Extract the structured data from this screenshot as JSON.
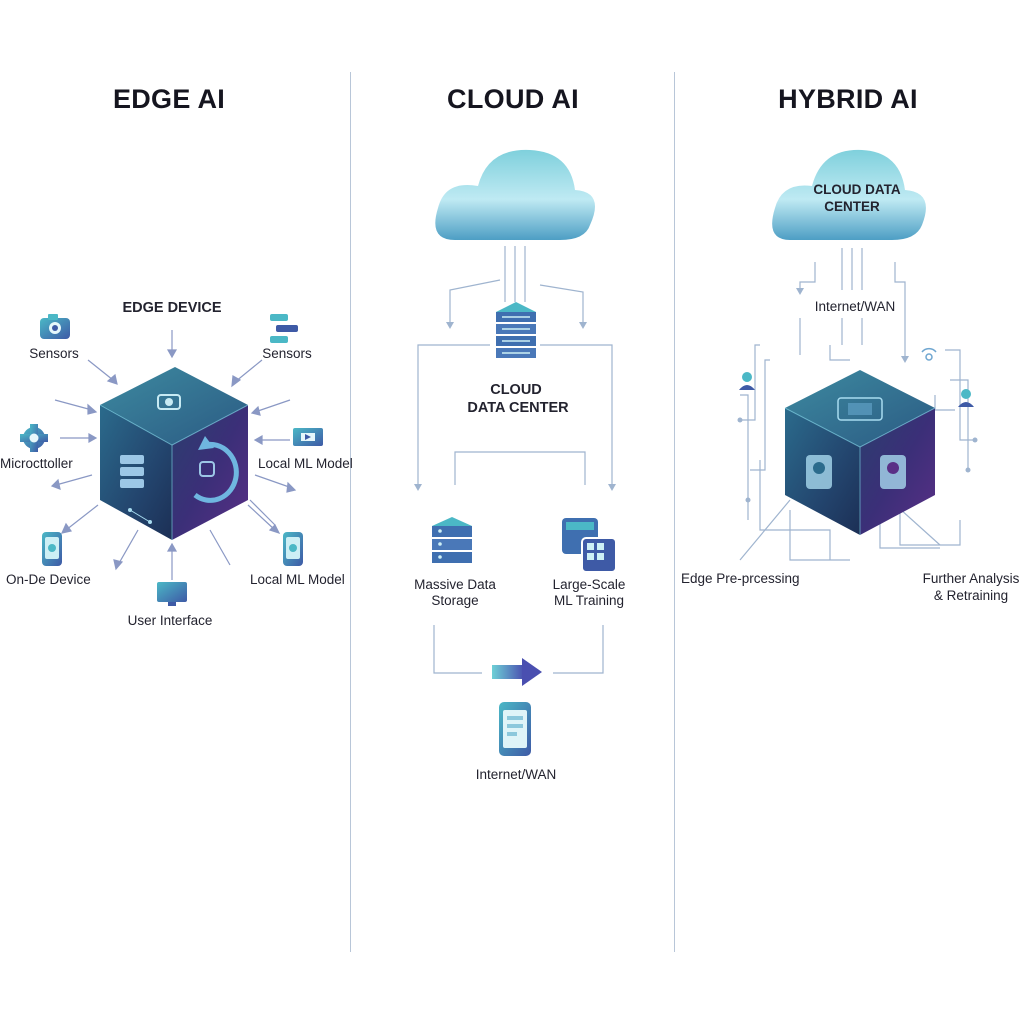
{
  "panels": {
    "edge": {
      "title": "EDGE AI",
      "device_label": "EDGE DEVICE",
      "sensors_left": "Sensors",
      "sensors_right": "Sensors",
      "microcontroller": "Microcttoller",
      "local_model_right": "Local ML Model",
      "on_device": "On-De Device",
      "local_model_bottom": "Local ML Model",
      "user_interface": "User Interface"
    },
    "cloud": {
      "title": "CLOUD AI",
      "data_center_line1": "CLOUD",
      "data_center_line2": "DATA CENTER",
      "storage_line1": "Massive Data",
      "storage_line2": "Storage",
      "training_line1": "Large-Scale",
      "training_line2": "ML Training",
      "internet": "Internet/WAN"
    },
    "hybrid": {
      "title": "HYBRID AI",
      "cloud_line1": "CLOUD DATA",
      "cloud_line2": "CENTER",
      "internet": "Internet/WAN",
      "edge_pre": "Edge Pre-prcessing",
      "further_line1": "Further Analysis",
      "further_line2": "& Retraining"
    }
  },
  "colors": {
    "cube_dark": "#1f3f66",
    "cube_purple": "#5a2f86",
    "cloud_teal": "#4fb2c8",
    "cloud_light": "#c9eef5",
    "accent_blue": "#3f6fb0",
    "line": "#9fb4cf"
  },
  "icons": [
    "camera-icon",
    "network-icon",
    "gear-icon",
    "chip-icon",
    "phone-icon",
    "monitor-icon",
    "server-icon",
    "calculator-icon",
    "user-icon",
    "wifi-icon"
  ]
}
